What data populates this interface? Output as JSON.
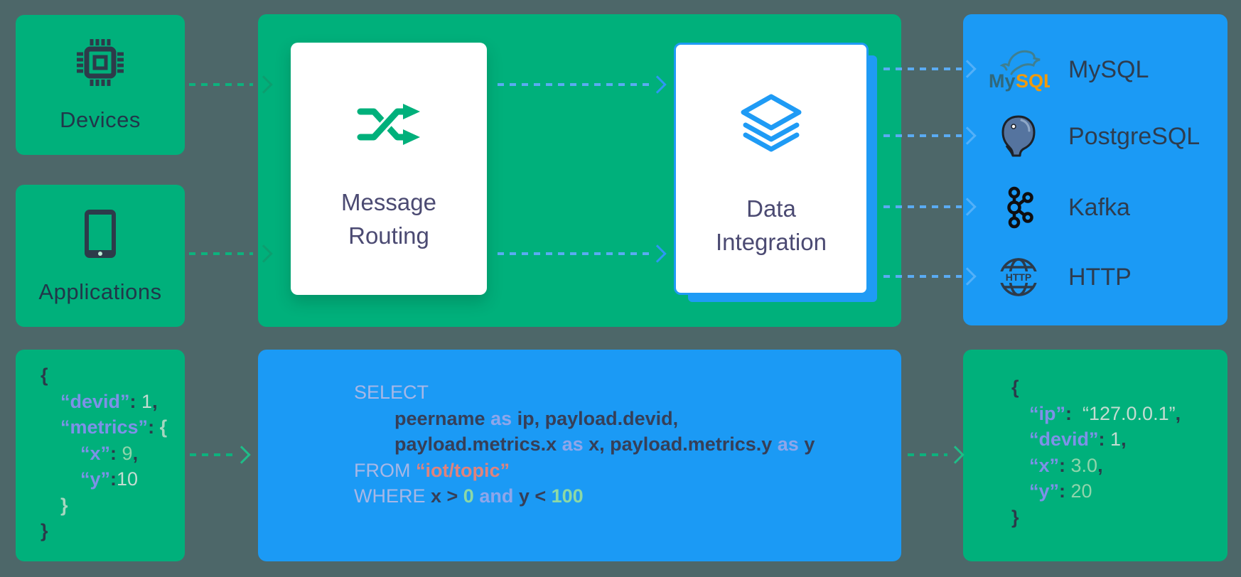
{
  "colors": {
    "background": "#4d6769",
    "green": "#00b07b",
    "blue": "#1b9af5",
    "accent_blue": "#1f9bf5",
    "icon_dark": "#2d3b4a",
    "card_title": "#4b4a72",
    "mysql_orange": "#f09a0c",
    "mysql_teal": "#31687a"
  },
  "sources": [
    {
      "label": "Devices",
      "icon": "chip-icon"
    },
    {
      "label": "Applications",
      "icon": "tablet-icon"
    }
  ],
  "pipeline": [
    {
      "line1": "Message",
      "line2": "Routing",
      "icon": "shuffle-icon"
    },
    {
      "line1": "Data",
      "line2": "Integration",
      "icon": "layers-icon"
    }
  ],
  "sinks": [
    {
      "label": "MySQL",
      "icon": "mysql-logo"
    },
    {
      "label": "PostgreSQL",
      "icon": "postgresql-logo"
    },
    {
      "label": "Kafka",
      "icon": "kafka-logo"
    },
    {
      "label": "HTTP",
      "icon": "http-globe-icon"
    }
  ],
  "input_json": {
    "lines": [
      {
        "ind": 0,
        "tok": [
          [
            "brace",
            "{"
          ]
        ]
      },
      {
        "ind": 1,
        "tok": [
          [
            "key",
            "“devid”"
          ],
          [
            "punct",
            ": "
          ],
          [
            "val",
            "1"
          ],
          [
            "punct",
            ","
          ]
        ]
      },
      {
        "ind": 1,
        "tok": [
          [
            "key",
            "“metrics”"
          ],
          [
            "punct",
            ": "
          ],
          [
            "pale",
            "{"
          ]
        ]
      },
      {
        "ind": 2,
        "tok": [
          [
            "key",
            "“x”"
          ],
          [
            "punct",
            ": "
          ],
          [
            "num",
            "9"
          ],
          [
            "punct",
            ","
          ]
        ]
      },
      {
        "ind": 2,
        "tok": [
          [
            "key",
            "“y”"
          ],
          [
            "punct",
            ":"
          ],
          [
            "val",
            "10"
          ]
        ]
      },
      {
        "ind": 1,
        "tok": [
          [
            "pale",
            "}"
          ]
        ]
      },
      {
        "ind": 0,
        "tok": [
          [
            "brace",
            "}"
          ]
        ]
      }
    ]
  },
  "sql": {
    "lines": [
      {
        "ind": 0,
        "tok": [
          [
            "kw",
            "SELECT"
          ]
        ]
      },
      {
        "ind": 1,
        "tok": [
          [
            "id",
            "peername "
          ],
          [
            "as",
            "as"
          ],
          [
            "id",
            " ip, payload.devid,"
          ]
        ]
      },
      {
        "ind": 1,
        "tok": [
          [
            "id",
            "payload.metrics.x "
          ],
          [
            "as",
            "as"
          ],
          [
            "id",
            " x, payload.metrics.y "
          ],
          [
            "as",
            "as"
          ],
          [
            "id",
            " y"
          ]
        ]
      },
      {
        "ind": 0,
        "tok": [
          [
            "kw",
            "FROM "
          ],
          [
            "str",
            "“iot/topic”"
          ]
        ]
      },
      {
        "ind": 0,
        "tok": [
          [
            "kw",
            "WHERE "
          ],
          [
            "id",
            "x > "
          ],
          [
            "grn",
            "0"
          ],
          [
            "as",
            " and "
          ],
          [
            "id",
            "y < "
          ],
          [
            "grn",
            "100"
          ]
        ]
      }
    ]
  },
  "output_json": {
    "lines": [
      {
        "ind": 0,
        "tok": [
          [
            "brace",
            "{"
          ]
        ]
      },
      {
        "ind": 1,
        "tok": [
          [
            "key",
            "“ip”"
          ],
          [
            "punct",
            ":  "
          ],
          [
            "val",
            "“127.0.0.1”"
          ],
          [
            "punct",
            ","
          ]
        ]
      },
      {
        "ind": 1,
        "tok": [
          [
            "key",
            "“devid”"
          ],
          [
            "punct",
            ": "
          ],
          [
            "val",
            "1"
          ],
          [
            "punct",
            ","
          ]
        ]
      },
      {
        "ind": 1,
        "tok": [
          [
            "key",
            "“x”"
          ],
          [
            "punct",
            ": "
          ],
          [
            "num",
            "3.0"
          ],
          [
            "punct",
            ","
          ]
        ]
      },
      {
        "ind": 1,
        "tok": [
          [
            "key",
            "“y”"
          ],
          [
            "punct",
            ": "
          ],
          [
            "num",
            "20"
          ]
        ]
      },
      {
        "ind": 0,
        "tok": [
          [
            "brace",
            "}"
          ]
        ]
      }
    ]
  }
}
